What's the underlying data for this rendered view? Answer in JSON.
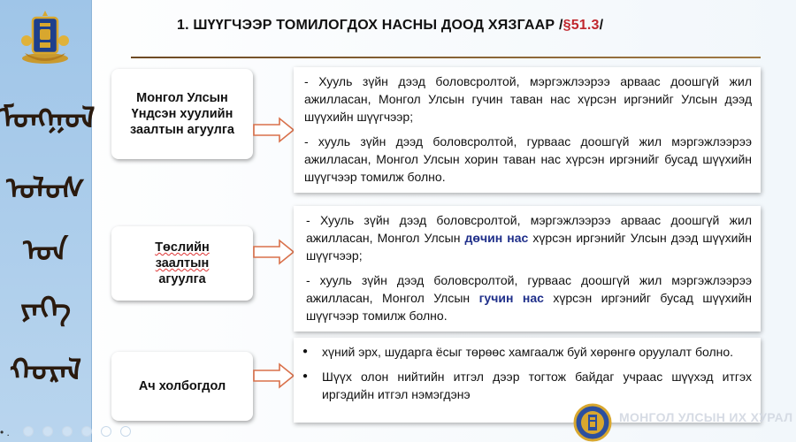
{
  "slide": {
    "title_main": "1. ШҮҮГЧЭЭР ТОМИЛОГДОХ НАСНЫ ДООД ХЯЗГААР /",
    "title_ref": "§51.3",
    "title_end": "/"
  },
  "sidebar": {
    "glyphs": [
      "ᠮᠣᠩᠭᠣᠯ",
      "ᠤᠯᠤᠰ",
      "ᠤᠨ",
      "ᠶᠡᠬᠡ",
      "ᠬᠤᠷᠠᠯ"
    ],
    "page_dots": "• ."
  },
  "rows": [
    {
      "label_lines": [
        "Монгол Улсын",
        "Үндсэн хуулийн",
        "заалтын агуулга"
      ],
      "paragraphs": [
        "- Хууль зүйн дээд боловсролтой, мэргэжлээрээ арваас доошгүй жил ажилласан, Монгол Улсын гучин таван нас хүрсэн иргэнийг Улсын дээд шүүхийн шүүгчээр;",
        "- хууль зүйн дээд боловсролтой, гурваас доошгүй жил мэргэжлээрээ ажилласан, Монгол Улсын хорин таван нас хүрсэн иргэнийг бусад шүүхийн шүүгчээр томилж болно."
      ]
    },
    {
      "label_line1": "Төслийн",
      "label_line2": "заалтын агуулга",
      "para1_a": "- Хууль зүйн дээд боловсролтой, мэргэжлээрээ арваас доошгүй жил ажилласан, Монгол Улсын ",
      "para1_hl": "дөчин нас",
      "para1_b": " хүрсэн иргэнийг Улсын дээд шүүхийн шүүгчээр;",
      "para2_a": "- хууль зүйн дээд боловсролтой, гурваас доошгүй жил мэргэжлээрээ ажилласан, Монгол Улсын ",
      "para2_hl": "гучин нас",
      "para2_b": " хүрсэн иргэнийг бусад шүүхийн шүүгчээр томилж болно."
    },
    {
      "label": "Ач холбогдол",
      "bullets": [
        "хүний эрх, шударга ёсыг төрөөс хамгаалж буй хөрөнгө оруулалт болно.",
        "Шүүх олон нийтийн итгэл дээр тогтож байдаг учраас шүүхэд итгэх иргэдийн итгэл нэмэгдэнэ"
      ]
    }
  ],
  "footer": {
    "watermark": "МОНГОЛ УЛСЫН ИХ ХУРАЛ"
  },
  "colors": {
    "sidebar": "#9fc5e8",
    "accent_red": "#c0262d",
    "highlight_blue": "#1f2f8a",
    "arrow_fill": "#ffffff",
    "arrow_stroke": "#d9704a",
    "rule": "#6d4a24"
  },
  "icons": [
    "state-emblem-icon",
    "arrow-right-icon",
    "bullet-icon"
  ]
}
